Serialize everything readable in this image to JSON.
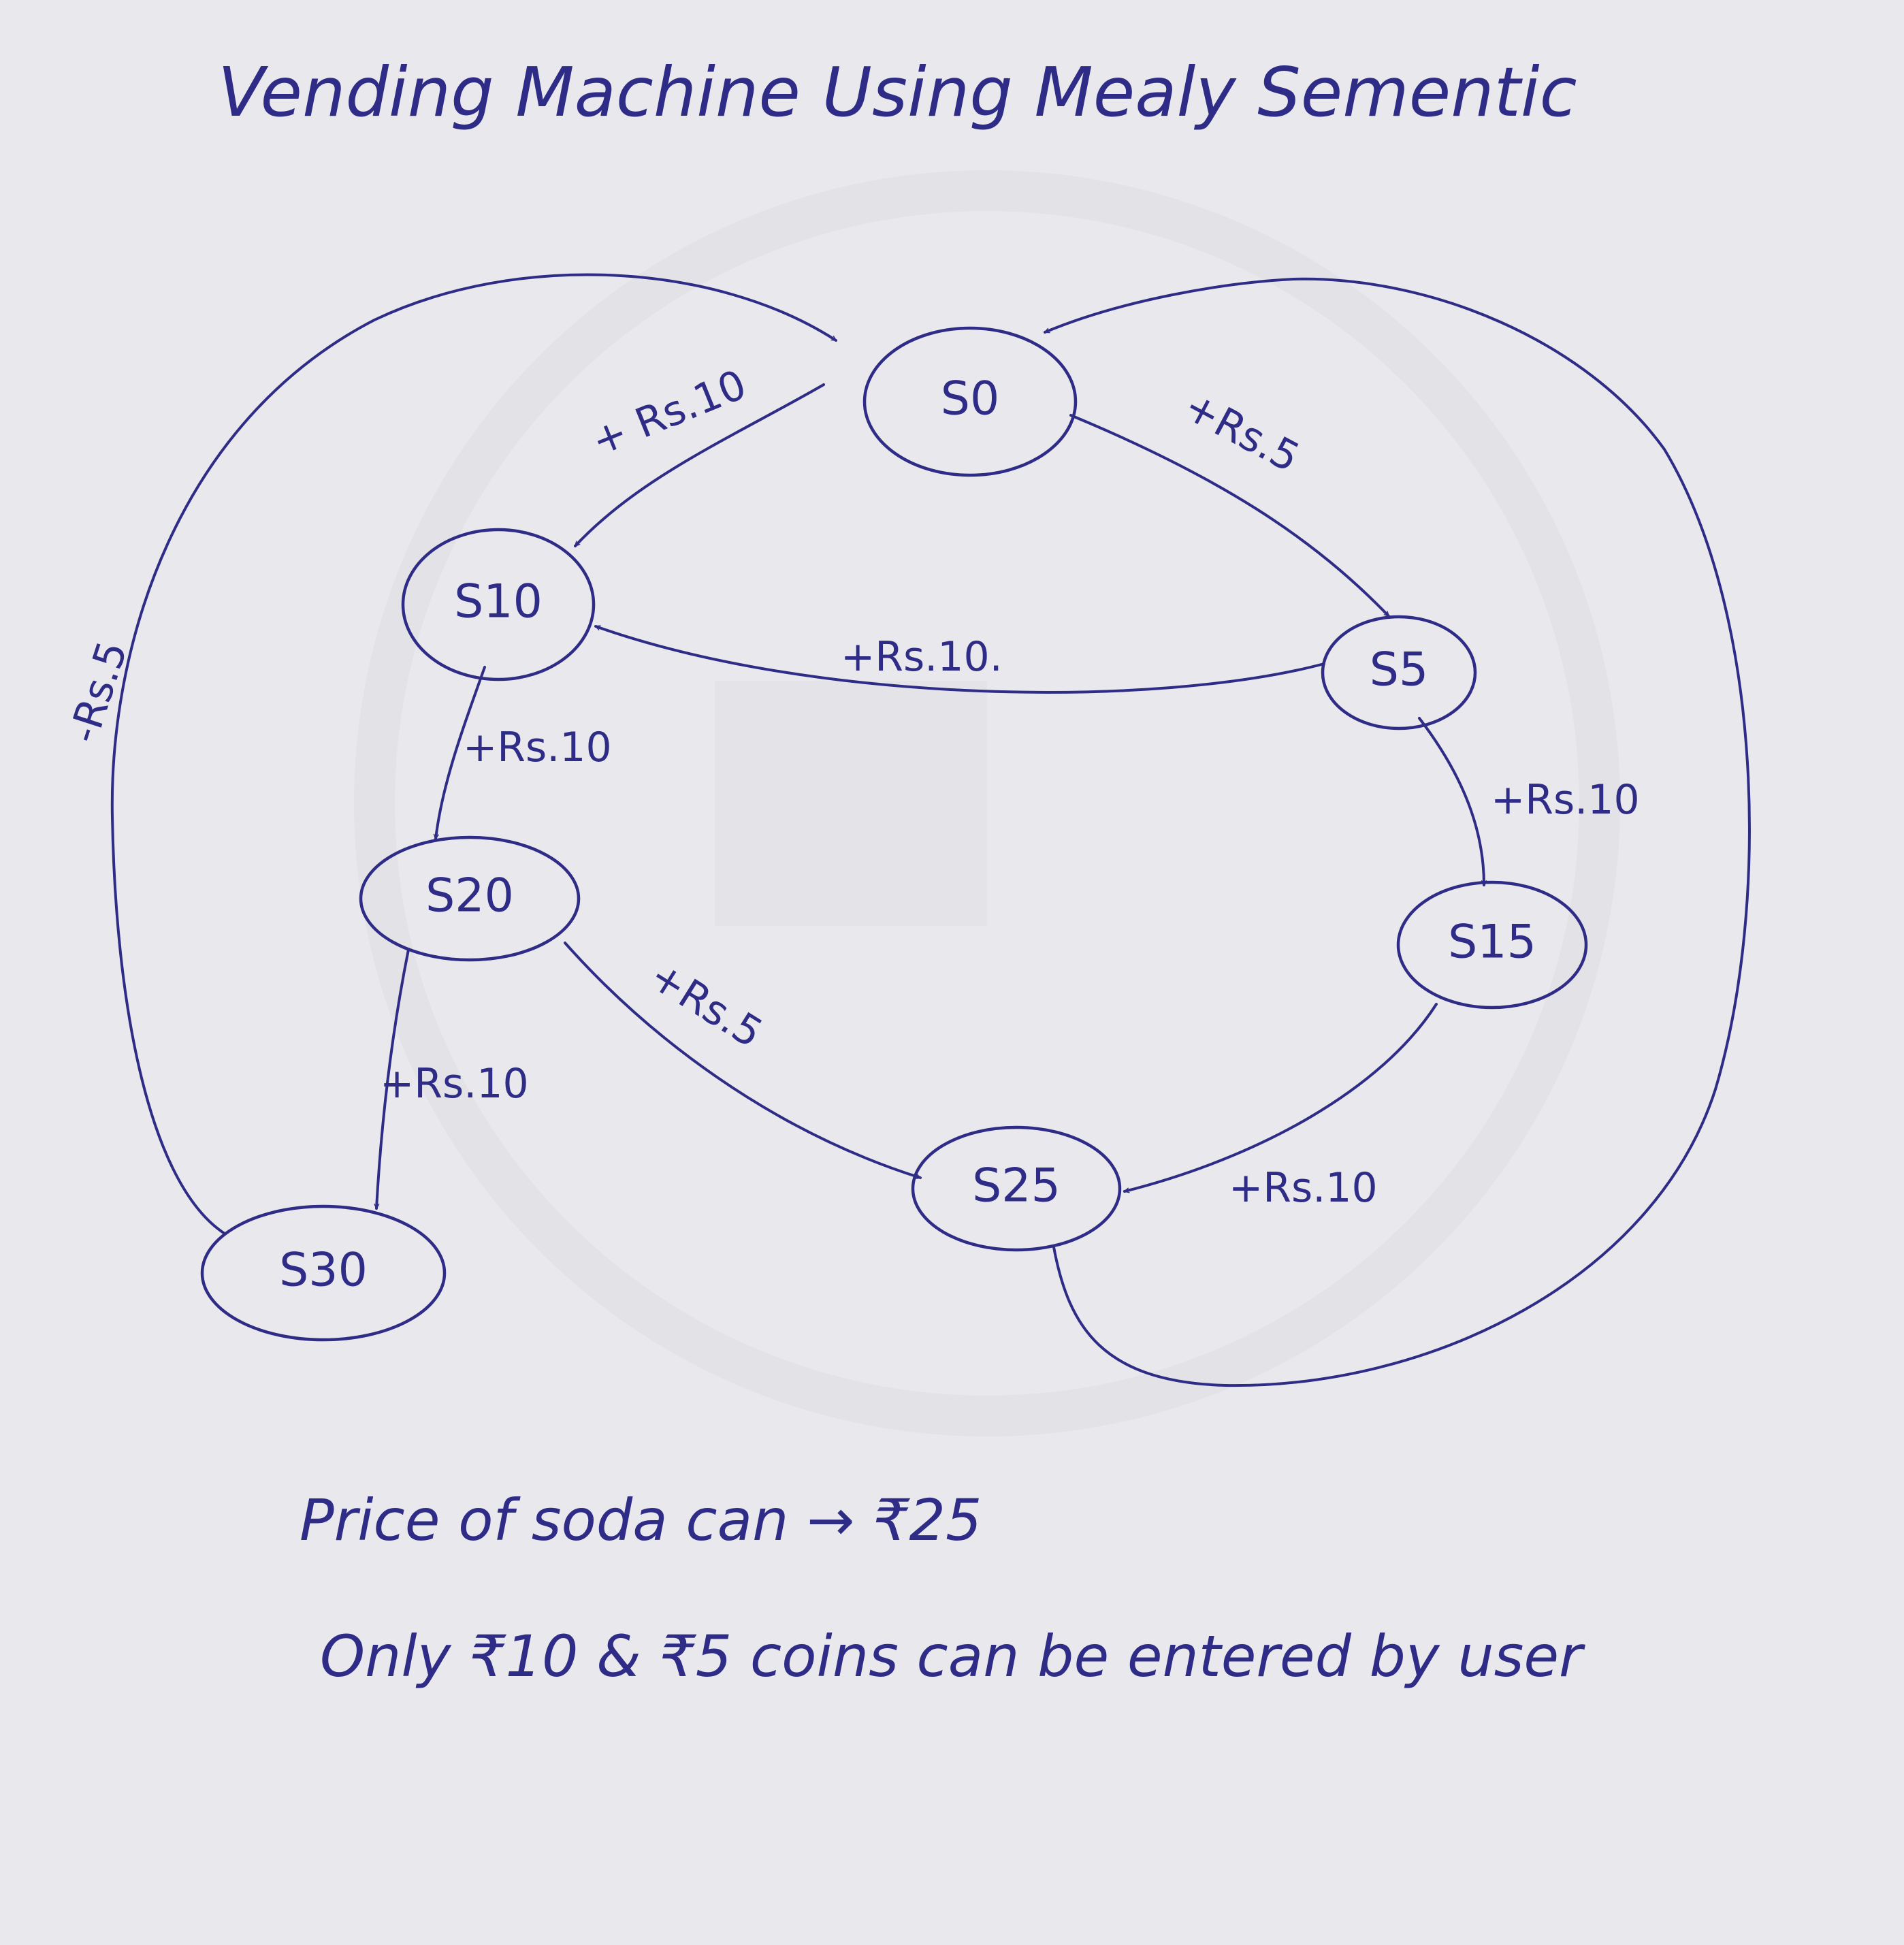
{
  "title": "Vending Machine Using Mealy Sementic",
  "states": {
    "s0": "S0",
    "s5": "S5",
    "s10": "S10",
    "s15": "S15",
    "s20": "S20",
    "s25": "S25",
    "s30": "S30"
  },
  "transitions": {
    "s0_s10": "+ Rs.10",
    "s0_s5": "+Rs.5",
    "s5_s10": "+Rs.10.",
    "s10_s20": "+Rs.10",
    "s5_s15": "+Rs.10",
    "s20_s25": "+Rs.5",
    "s20_s30": "+Rs.10",
    "s15_s25": "+Rs.10",
    "s30_s0": "-Rs.5"
  },
  "notes": {
    "price": "Price of soda can → ₹25",
    "coins": "Only ₹10 & ₹5 coins can be entered by user"
  },
  "colors": {
    "ink": "#2e2c86",
    "paper": "#e9e8ec"
  }
}
